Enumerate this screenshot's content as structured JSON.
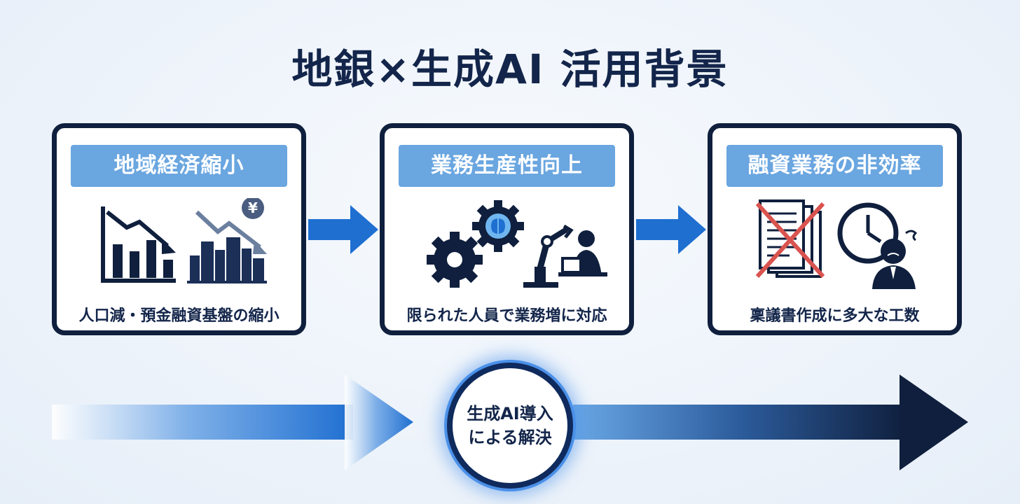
{
  "title": "地銀×生成AI 活用背景",
  "cards": [
    {
      "heading": "地域経済縮小",
      "caption": "人口減・預金融資基盤の縮小",
      "icons": [
        "declining-bar-chart-icon",
        "city-yen-decline-icon"
      ],
      "currency_symbol": "¥"
    },
    {
      "heading": "業務生産性向上",
      "caption": "限られた人員で業務増に対応",
      "icons": [
        "gears-ai-brain-icon",
        "robot-arm-worker-icon"
      ]
    },
    {
      "heading": "融資業務の非効率",
      "caption": "稟議書作成に多大な工数",
      "icons": [
        "crossed-documents-icon",
        "clock-worried-person-icon"
      ]
    }
  ],
  "solution": {
    "line1": "生成AI導入",
    "line2": "による解決"
  },
  "colors": {
    "navy": "#0f1f3d",
    "title_text": "#13254a",
    "header_blue": "#6aa6e0",
    "arrow_blue": "#1f6fd1",
    "cross_red": "#d9534f"
  }
}
